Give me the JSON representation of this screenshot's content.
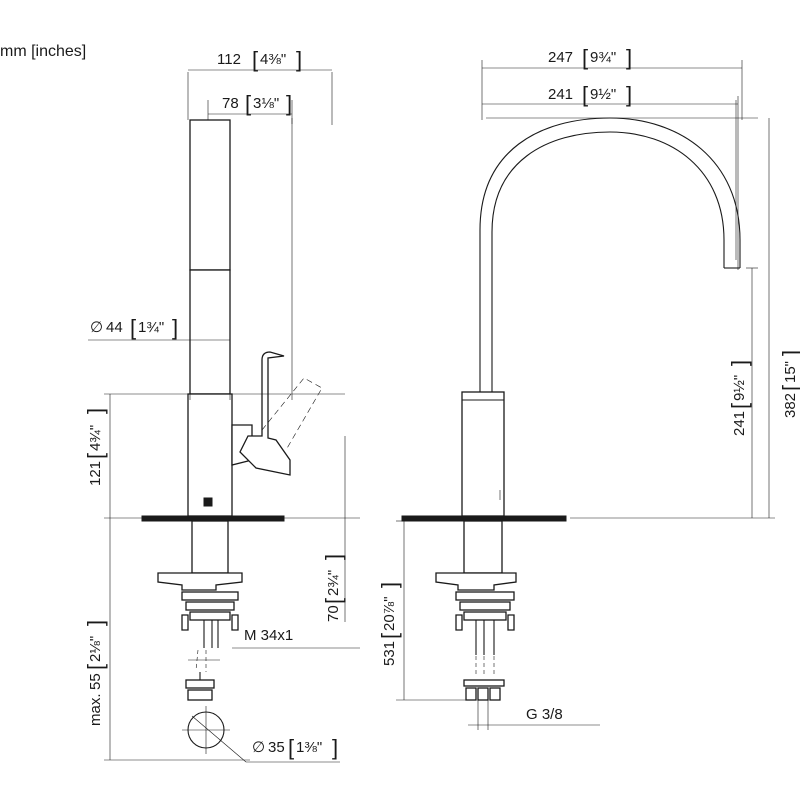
{
  "units_note": "mm [inches]",
  "side_view": {
    "dim_total_depth": {
      "mm": "112",
      "inch": "4⅜\""
    },
    "dim_handle_depth": {
      "mm": "78",
      "inch": "3⅛\""
    },
    "dim_spout_diameter": {
      "sym": "∅",
      "mm": "44",
      "inch": "1¾\""
    },
    "dim_body_height": {
      "mm": "121",
      "inch": "4¾\""
    },
    "dim_shank_length": {
      "mm": "70",
      "inch": "2¾\""
    },
    "dim_max_deck": {
      "prefix": "max.",
      "mm": "55",
      "inch": "2⅛\""
    },
    "thread_label": "M 34x1",
    "dim_hole_diameter": {
      "sym": "∅",
      "mm": "35",
      "inch": "1⅜\""
    }
  },
  "front_view": {
    "dim_total_reach": {
      "mm": "247",
      "inch": "9¾\""
    },
    "dim_spout_reach": {
      "mm": "241",
      "inch": "9½\""
    },
    "dim_outlet_height": {
      "mm": "241",
      "inch": "9½\""
    },
    "dim_total_height": {
      "mm": "382",
      "inch": "15\""
    },
    "dim_hose_length": {
      "mm": "531",
      "inch": "20⅞\""
    },
    "connection_label": "G 3/8"
  }
}
